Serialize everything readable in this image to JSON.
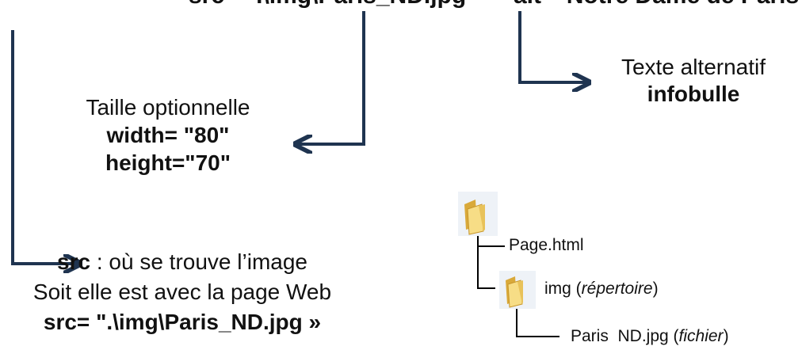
{
  "top_fragments": {
    "left": "src= \".\\img\\Paris_ND.jpg\"",
    "right": "alt=\"Notre Dame de Paris\""
  },
  "alt_block": {
    "line1": "Texte alternatif",
    "line2": "infobulle"
  },
  "size_block": {
    "line1": "Taille optionnelle",
    "line2": "width= \"80\"",
    "line3": "height=\"70\""
  },
  "src_block": {
    "keyword": "src",
    "rest": " : où se trouve l’image",
    "line2": "Soit elle est avec la page Web",
    "line3": "src= \".\\img\\Paris_ND.jpg »"
  },
  "file_tree": {
    "page_file": "Page.html",
    "img_folder_name": "img",
    "img_folder_note": "répertoire",
    "image_file_name": "Paris  ND.jpg",
    "image_file_note": "fichier"
  },
  "colors": {
    "arrow": "#1f3450",
    "folder_light": "#f7dd86",
    "folder_dark": "#d9a93a"
  }
}
